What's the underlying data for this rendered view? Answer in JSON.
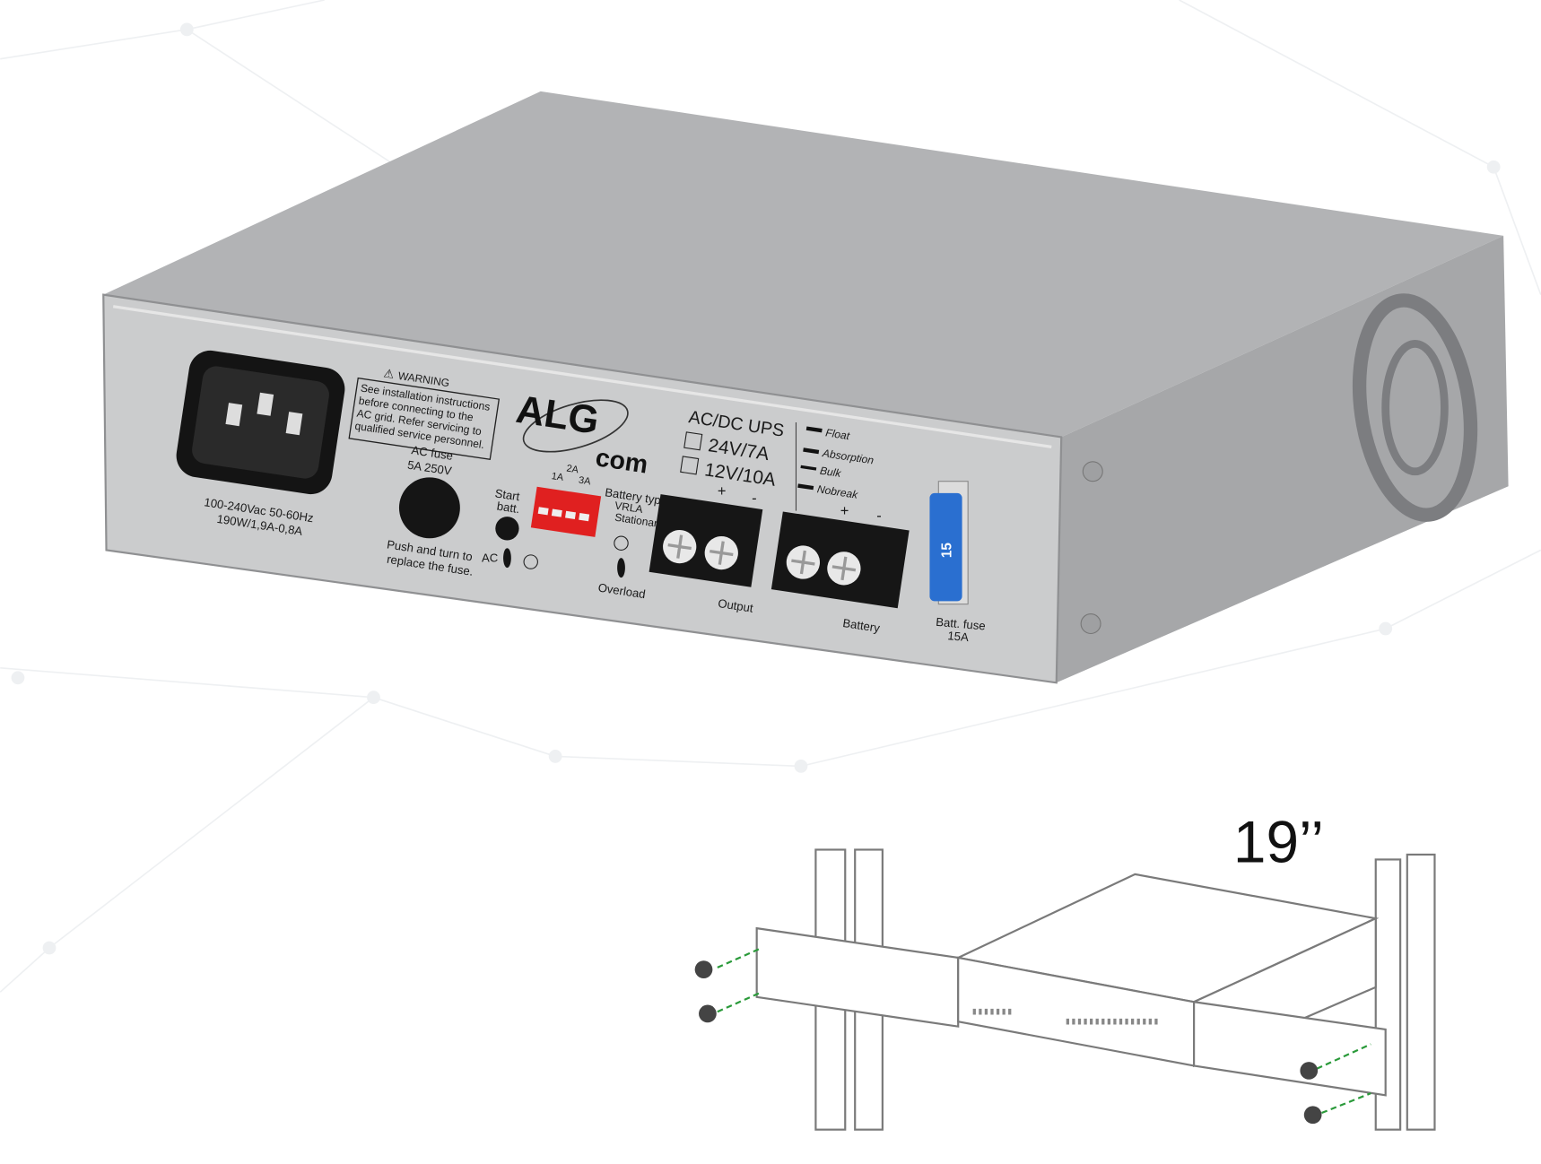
{
  "device": {
    "power_input": {
      "line1": "100-240Vac  50-60Hz",
      "line2": "190W/1,9A-0,8A"
    },
    "warning": {
      "title": "WARNING",
      "lines": [
        "See installation instructions",
        "before connecting to the",
        "AC grid. Refer servicing to",
        "qualified service personnel."
      ]
    },
    "logo": {
      "main": "ALG",
      "sub": "com"
    },
    "model": {
      "title": "AC/DC UPS",
      "options": [
        "24V/7A",
        "12V/10A"
      ]
    },
    "charge_modes": [
      "Float",
      "Absorption",
      "Bulk",
      "Nobreak"
    ],
    "ac_fuse": {
      "line1": "AC fuse",
      "line2": "5A 250V",
      "hint1": "Push and turn to",
      "hint2": "replace the fuse."
    },
    "start_batt": {
      "line1": "Start",
      "line2": "batt."
    },
    "ac_led": "AC",
    "dip_switch": {
      "labels": [
        "1A",
        "2A",
        "3A"
      ],
      "battery_type": "Battery type",
      "types": [
        "VRLA",
        "Stationary"
      ]
    },
    "overload_led": "Overload",
    "output": {
      "label": "Output",
      "plus": "+",
      "minus": "-"
    },
    "battery": {
      "label": "Battery",
      "plus": "+",
      "minus": "-"
    },
    "batt_fuse": {
      "value": "15",
      "line1": "Batt. fuse",
      "line2": "15A"
    },
    "colors": {
      "body": "#b3b4b6",
      "panel": "#c9cacc",
      "dip": "#e02020",
      "fuse": "#2a6fd0"
    }
  },
  "rack": {
    "size_label": "19’’"
  }
}
